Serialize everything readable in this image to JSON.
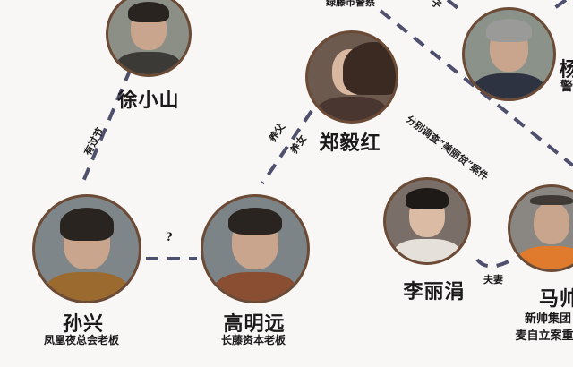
{
  "colors": {
    "line": "#4f4f6e",
    "border": "#6b4a36",
    "background": "#f8f7f5"
  },
  "characters": [
    {
      "name": "徐小山",
      "subtitle": ""
    },
    {
      "name": "郑毅红",
      "subtitle": ""
    },
    {
      "name": "杨",
      "subtitle": "警"
    },
    {
      "name": "李丽涓",
      "subtitle": ""
    },
    {
      "name": "马帅",
      "subtitle_lines": [
        "新帅集团",
        "麦自立案重"
      ]
    },
    {
      "name": "孙兴",
      "subtitle": "凤凰夜总会老板"
    },
    {
      "name": "高明远",
      "subtitle": "长藤资本老板"
    }
  ],
  "relations": {
    "xu_sun": "有过节",
    "zheng_gao_1": "养父",
    "zheng_gao_2": "养女",
    "sun_gao": "?",
    "investigate": "分别调查“美丽贷”案件",
    "li_ma": "夫妻",
    "top_left": "绿藤市警察",
    "top_mid": "子"
  }
}
